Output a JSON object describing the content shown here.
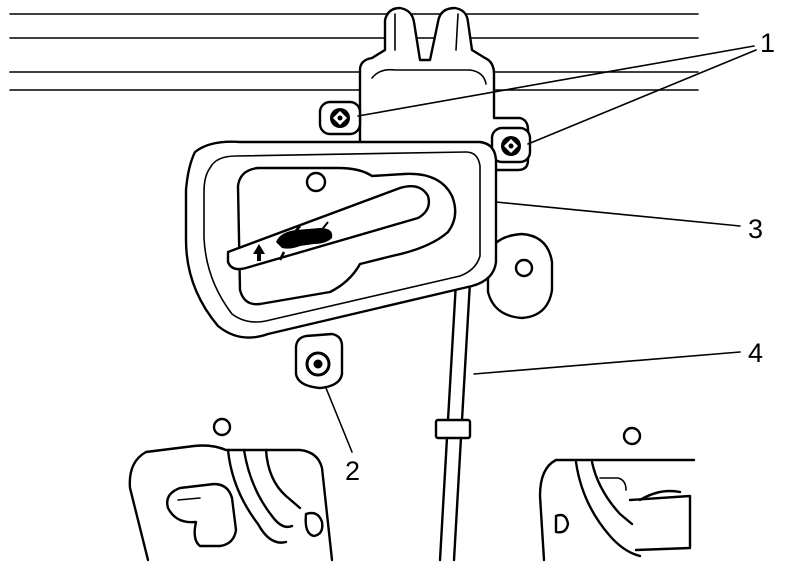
{
  "callouts": [
    {
      "id": "1",
      "label": "1"
    },
    {
      "id": "2",
      "label": "2"
    },
    {
      "id": "3",
      "label": "3"
    },
    {
      "id": "4",
      "label": "4"
    }
  ],
  "icons": [
    "screw-icon",
    "bolt-icon",
    "hood-open-symbol-icon",
    "arrow-up-icon"
  ]
}
